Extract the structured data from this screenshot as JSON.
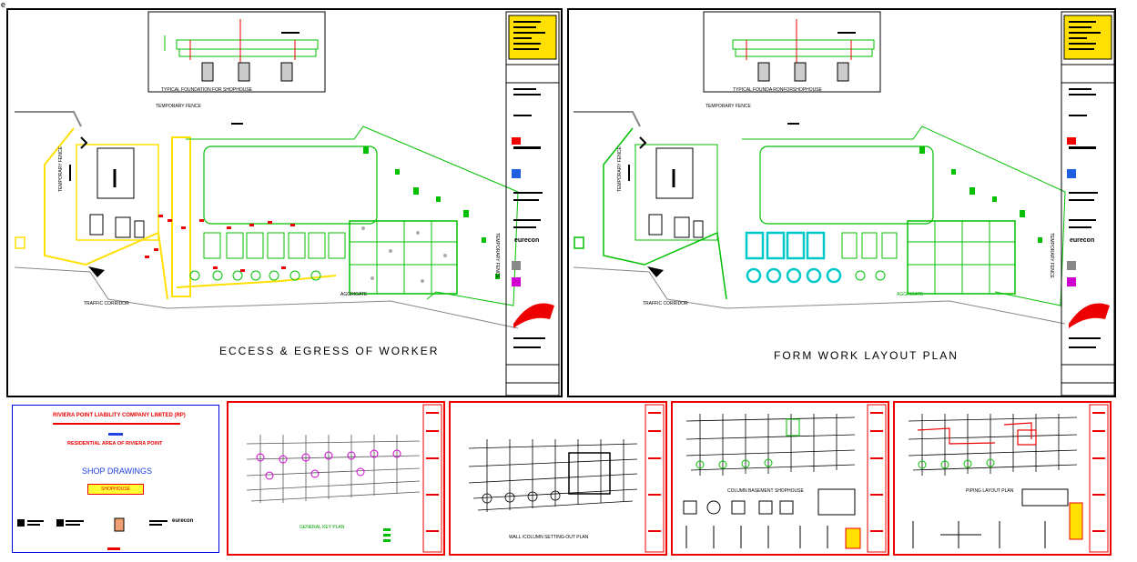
{
  "corner_label": "e",
  "sheet_left": {
    "title": "ECCESS & EGRESS OF WORKER",
    "foundation_caption": "TYPICAL FOUNDATION FOR SHOPHOUSE",
    "fence_top": "TEMPORARY FENCE",
    "fence_left": "TEMPORARY FENCE",
    "fence_right": "TEMPORARY FENCE",
    "aggregate": "AGGRIGATE",
    "corridor": "TRAFFIC CORRIDOR",
    "logo": "eurecon"
  },
  "sheet_right": {
    "title": "FORM WORK LAYOUT PLAN",
    "foundation_caption": "TYPICAL FOUNDA RONFORSHOPHOUSE",
    "fence_top": "TEMPORARY FENCE",
    "fence_left": "TEMPORARY FENCE",
    "fence_right": "TEMPORARY FENCE",
    "aggregate": "AGGRIGATE",
    "corridor": "TRAFFIC CORRIDOR",
    "logo": "eurecon"
  },
  "cover": {
    "company": "RIVIERA POINT LIABILITY COMPANY LIMITED (RP)",
    "subtitle": "RESIDENTIAL AREA OF RIVIERA POINT",
    "heading": "SHOP DRAWINGS",
    "tag": "SHOPHOUSE",
    "logo": "eurecon"
  },
  "thumbnails": [
    {
      "caption": "GENERAL KEY PLAN"
    },
    {
      "caption": "WALL /COLUMN SETTING-OUT PLAN"
    },
    {
      "caption": "COLUMN BASEMENT SHOPHOUSE"
    },
    {
      "caption": "PIPING LAYOUT PLAN"
    }
  ],
  "colors": {
    "green": "#00c000",
    "yellow": "#ffe000",
    "red": "#e00000",
    "cyan": "#00c8c8",
    "magenta": "#d000d0",
    "gray": "#888888"
  }
}
